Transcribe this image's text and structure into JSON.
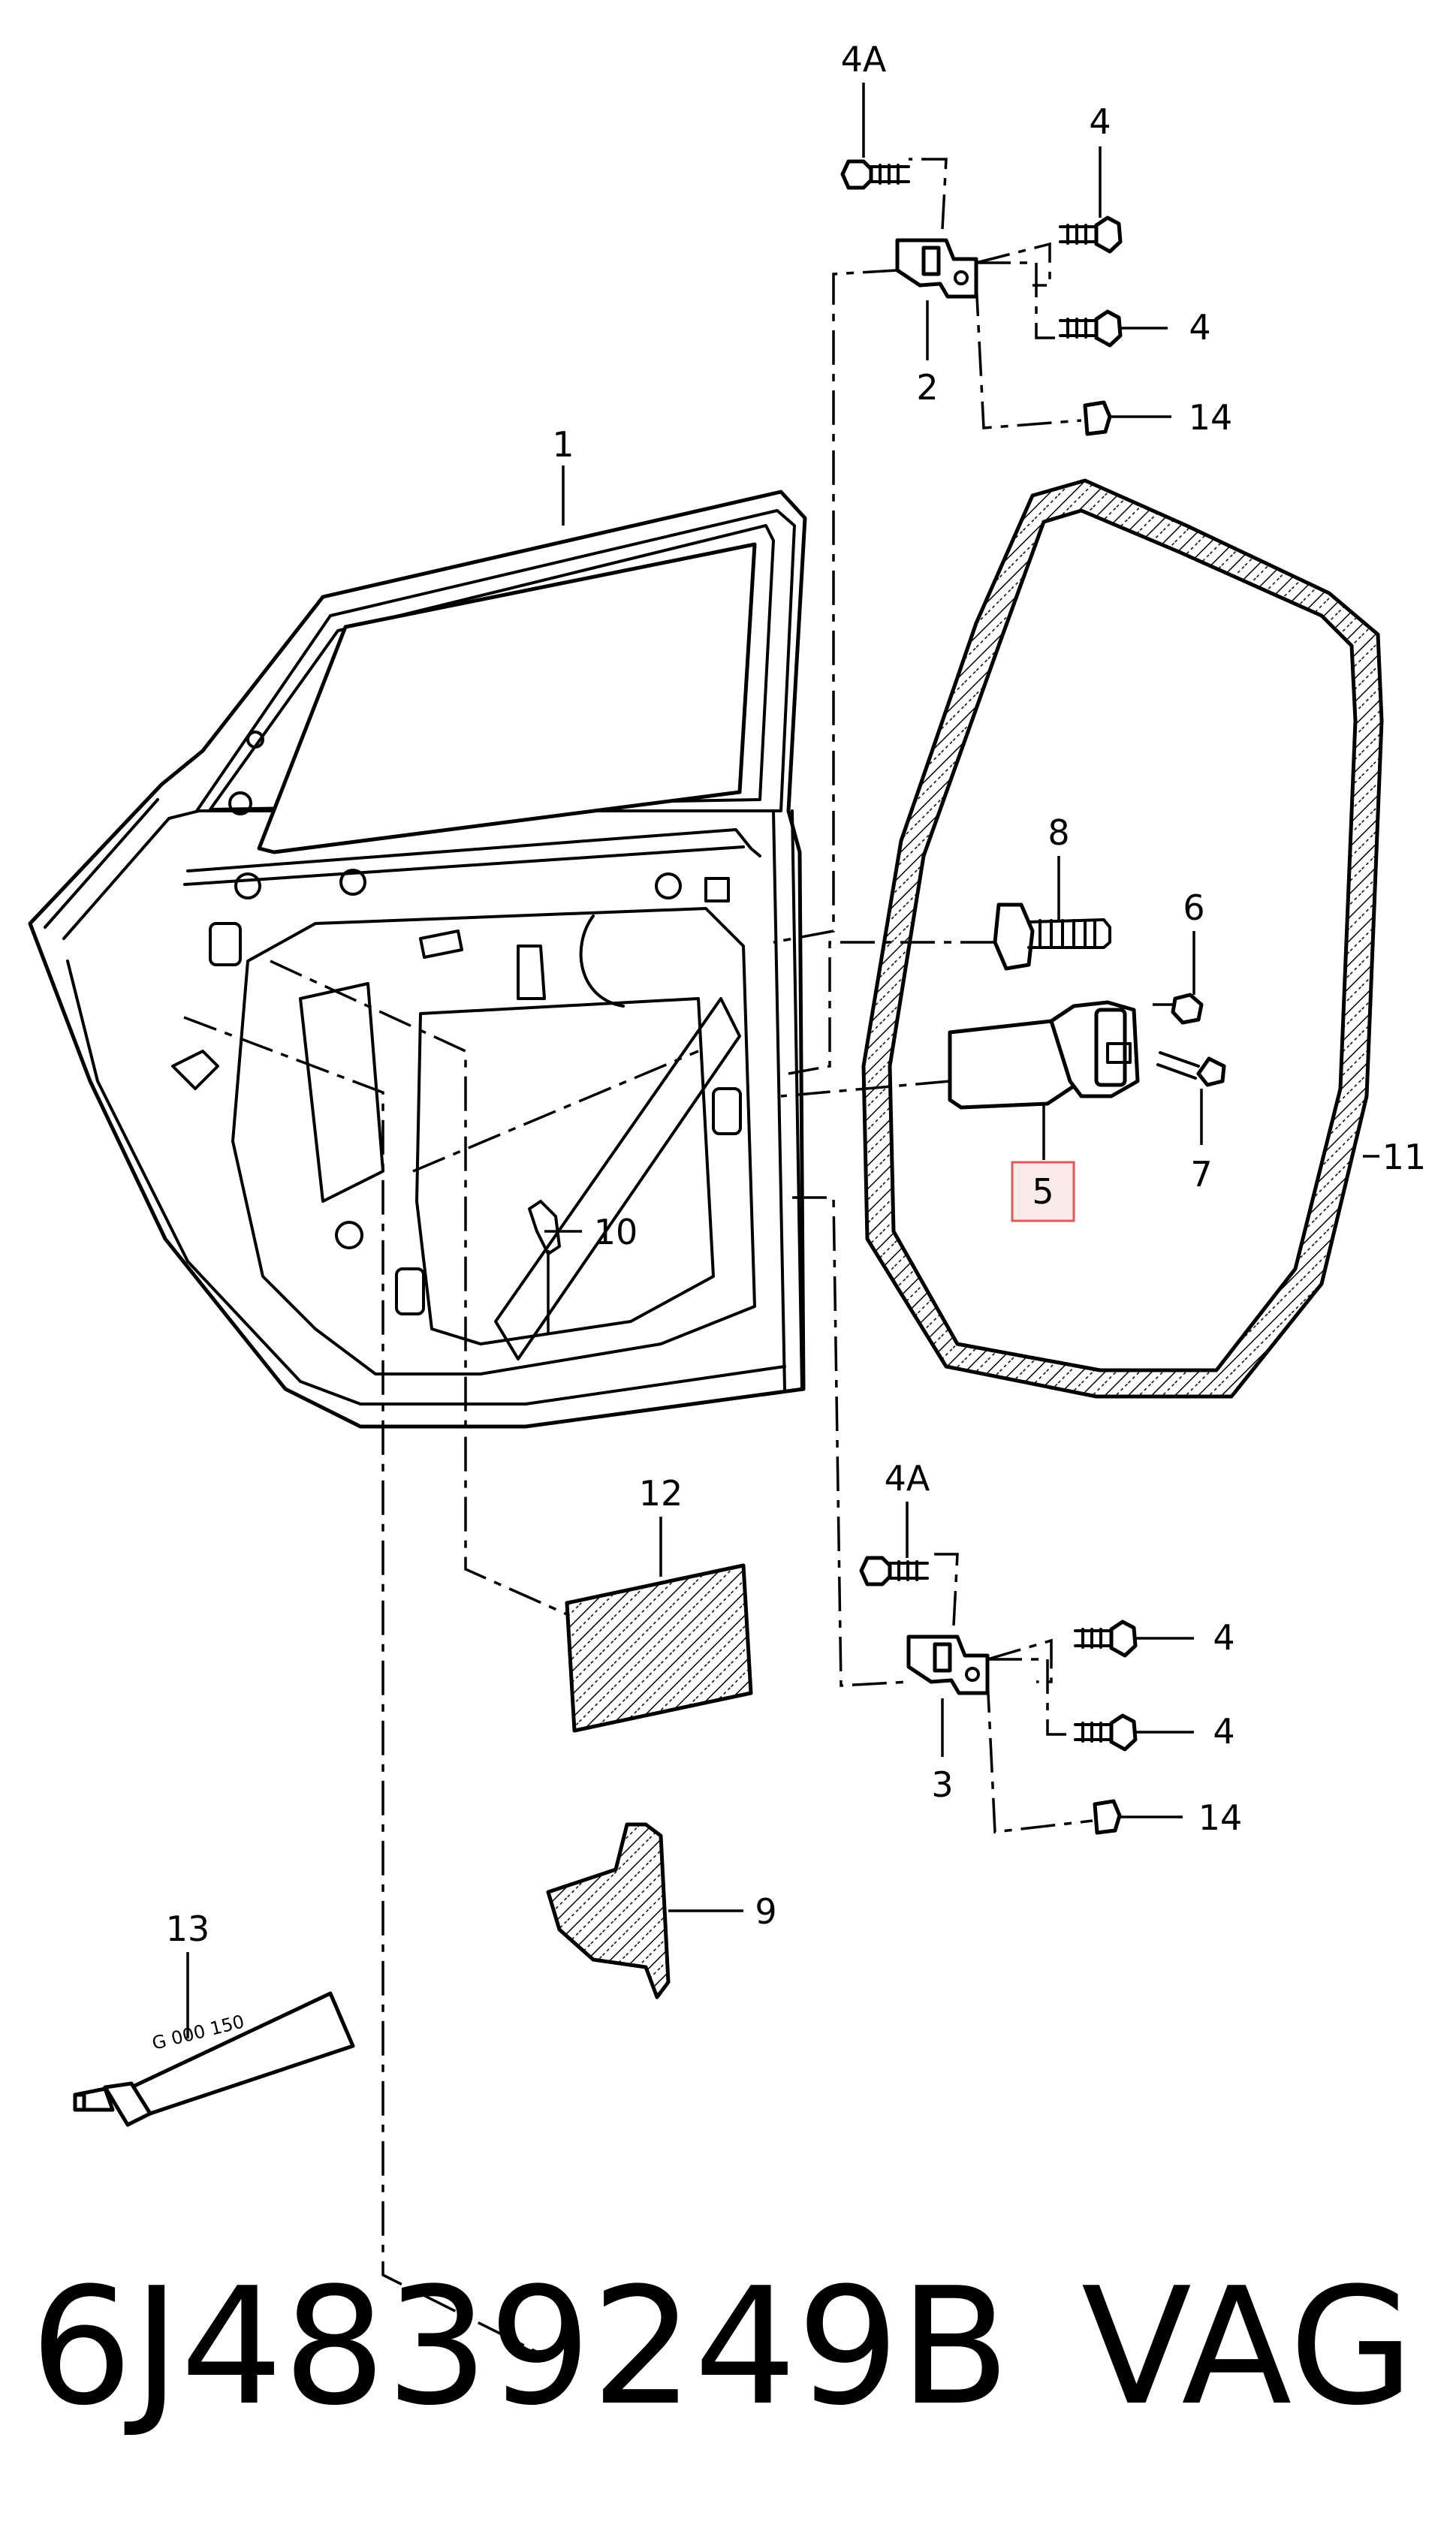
{
  "callouts": {
    "c1": "1",
    "c2": "2",
    "c3": "3",
    "c4a_top": "4A",
    "c4_t1": "4",
    "c4_t2": "4",
    "c4a_bot": "4A",
    "c4_b1": "4",
    "c4_b2": "4",
    "c5": "5",
    "c6": "6",
    "c7": "7",
    "c8": "8",
    "c9": "9",
    "c10": "10",
    "c11": "11",
    "c12": "12",
    "c13": "13",
    "c14_top": "14",
    "c14_bot": "14"
  },
  "tube_text": "G  000 150",
  "highlight_color": "#e05a5a",
  "footer": {
    "part_number": "6J4839249B",
    "brand": "VAG"
  }
}
